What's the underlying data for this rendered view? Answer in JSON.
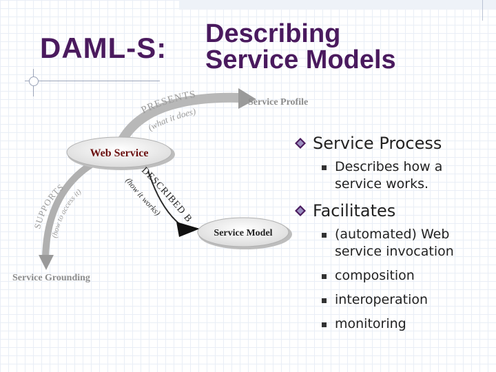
{
  "title": {
    "left": "DAML-S:",
    "right_line1": "Describing",
    "right_line2": "Service Models"
  },
  "diagram": {
    "web_service": "Web Service",
    "service_model": "Service Model",
    "service_profile": "Service Profile",
    "service_grounding": "Service Grounding",
    "presents": "PRESENTS",
    "what_it_does": "(what it does)",
    "described_by": "DESCRIBED BY",
    "how_it_works": "(how it works)",
    "supports": "SUPPORTS",
    "how_to_access": "(how to access it)"
  },
  "bullets": [
    {
      "label": "Service Process",
      "sub": [
        "Describes how a service works."
      ]
    },
    {
      "label": "Facilitates",
      "sub": [
        "(automated) Web service invocation",
        "composition",
        "interoperation",
        "monitoring"
      ]
    }
  ],
  "colors": {
    "title": "#4a1a5e",
    "diagram_text": "#8a8a8a",
    "ellipse_text": "#6b1010"
  }
}
